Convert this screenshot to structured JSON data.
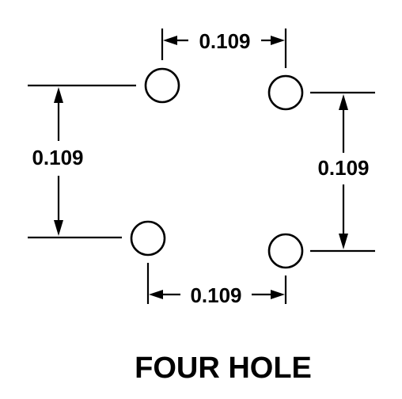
{
  "caption": "FOUR HOLE",
  "dimensions": {
    "top": "0.109",
    "left": "0.109",
    "right": "0.109",
    "bottom": "0.109"
  },
  "colors": {
    "ink": "#000000",
    "background": "#ffffff"
  }
}
